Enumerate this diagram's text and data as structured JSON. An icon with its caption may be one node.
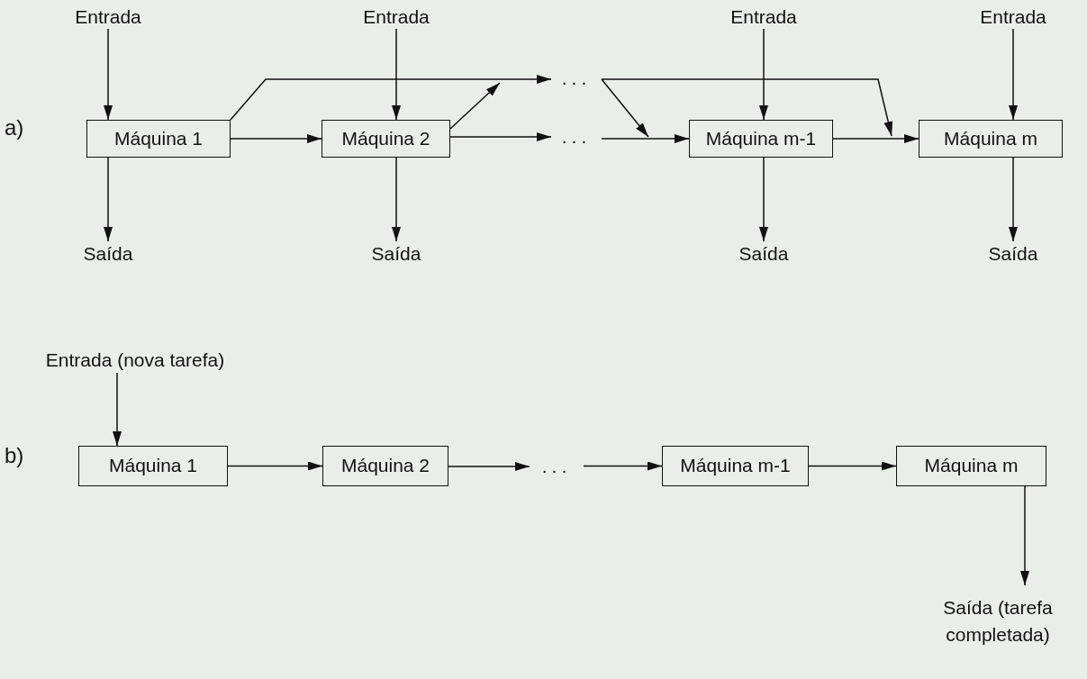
{
  "diagram": {
    "nodes": [
      {
        "text": [
          "Entrada"
        ]
      },
      {
        "text": [
          "Entrada"
        ]
      },
      {
        "text": [
          "Entrada"
        ]
      },
      {
        "text": [
          "Entrada"
        ]
      },
      {
        "text": [
          "Máquina 1"
        ]
      },
      {
        "text": [
          "Máquina 2"
        ]
      },
      {
        "text": [
          "..."
        ]
      },
      {
        "text": [
          "..."
        ]
      },
      {
        "text": [
          "Máquina m-1"
        ]
      },
      {
        "text": [
          "Máquina m"
        ]
      },
      {
        "text": [
          "Saída"
        ]
      },
      {
        "text": [
          "Saída"
        ]
      },
      {
        "text": [
          "Saída"
        ]
      },
      {
        "text": [
          "Saída"
        ]
      },
      {
        "text": [
          "Entrada (nova tarefa)"
        ]
      },
      {
        "text": [
          "Máquina 1"
        ]
      },
      {
        "text": [
          "Máquina 2"
        ]
      },
      {
        "text": [
          "..."
        ]
      },
      {
        "text": [
          "Máquina m-1"
        ]
      },
      {
        "text": [
          "Máquina m"
        ]
      },
      {
        "text": [
          "Saída (tarefa completada)"
        ]
      }
    ],
    "edges": [
      {
        "from": 0,
        "to": 4,
        "arrow": "to"
      },
      {
        "from": 1,
        "to": 5,
        "arrow": "to"
      },
      {
        "from": 2,
        "to": 8,
        "arrow": "to"
      },
      {
        "from": 3,
        "to": 9,
        "arrow": "to"
      },
      {
        "from": 4,
        "to": 10,
        "arrow": "to"
      },
      {
        "from": 5,
        "to": 11,
        "arrow": "to"
      },
      {
        "from": 8,
        "to": 12,
        "arrow": "to"
      },
      {
        "from": 9,
        "to": 13,
        "arrow": "to"
      },
      {
        "from": 4,
        "to": 5,
        "arrow": "to"
      },
      {
        "from": 4,
        "to": 6,
        "arrow": "to"
      },
      {
        "from": 5,
        "to": 6,
        "arrow": "to"
      },
      {
        "from": 5,
        "to": 7,
        "arrow": "to"
      },
      {
        "from": 6,
        "to": 8,
        "arrow": "to"
      },
      {
        "from": 7,
        "to": 8,
        "arrow": "to"
      },
      {
        "from": 6,
        "to": 9,
        "arrow": "to"
      },
      {
        "from": 8,
        "to": 9,
        "arrow": "to"
      },
      {
        "from": 14,
        "to": 15,
        "arrow": "to"
      },
      {
        "from": 15,
        "to": 16,
        "arrow": "to"
      },
      {
        "from": 16,
        "to": 17,
        "arrow": "to"
      },
      {
        "from": 17,
        "to": 18,
        "arrow": "to"
      },
      {
        "from": 18,
        "to": 19,
        "arrow": "to"
      },
      {
        "from": 19,
        "to": 20,
        "arrow": "to"
      }
    ],
    "labels": [
      "a)",
      "b)"
    ]
  }
}
